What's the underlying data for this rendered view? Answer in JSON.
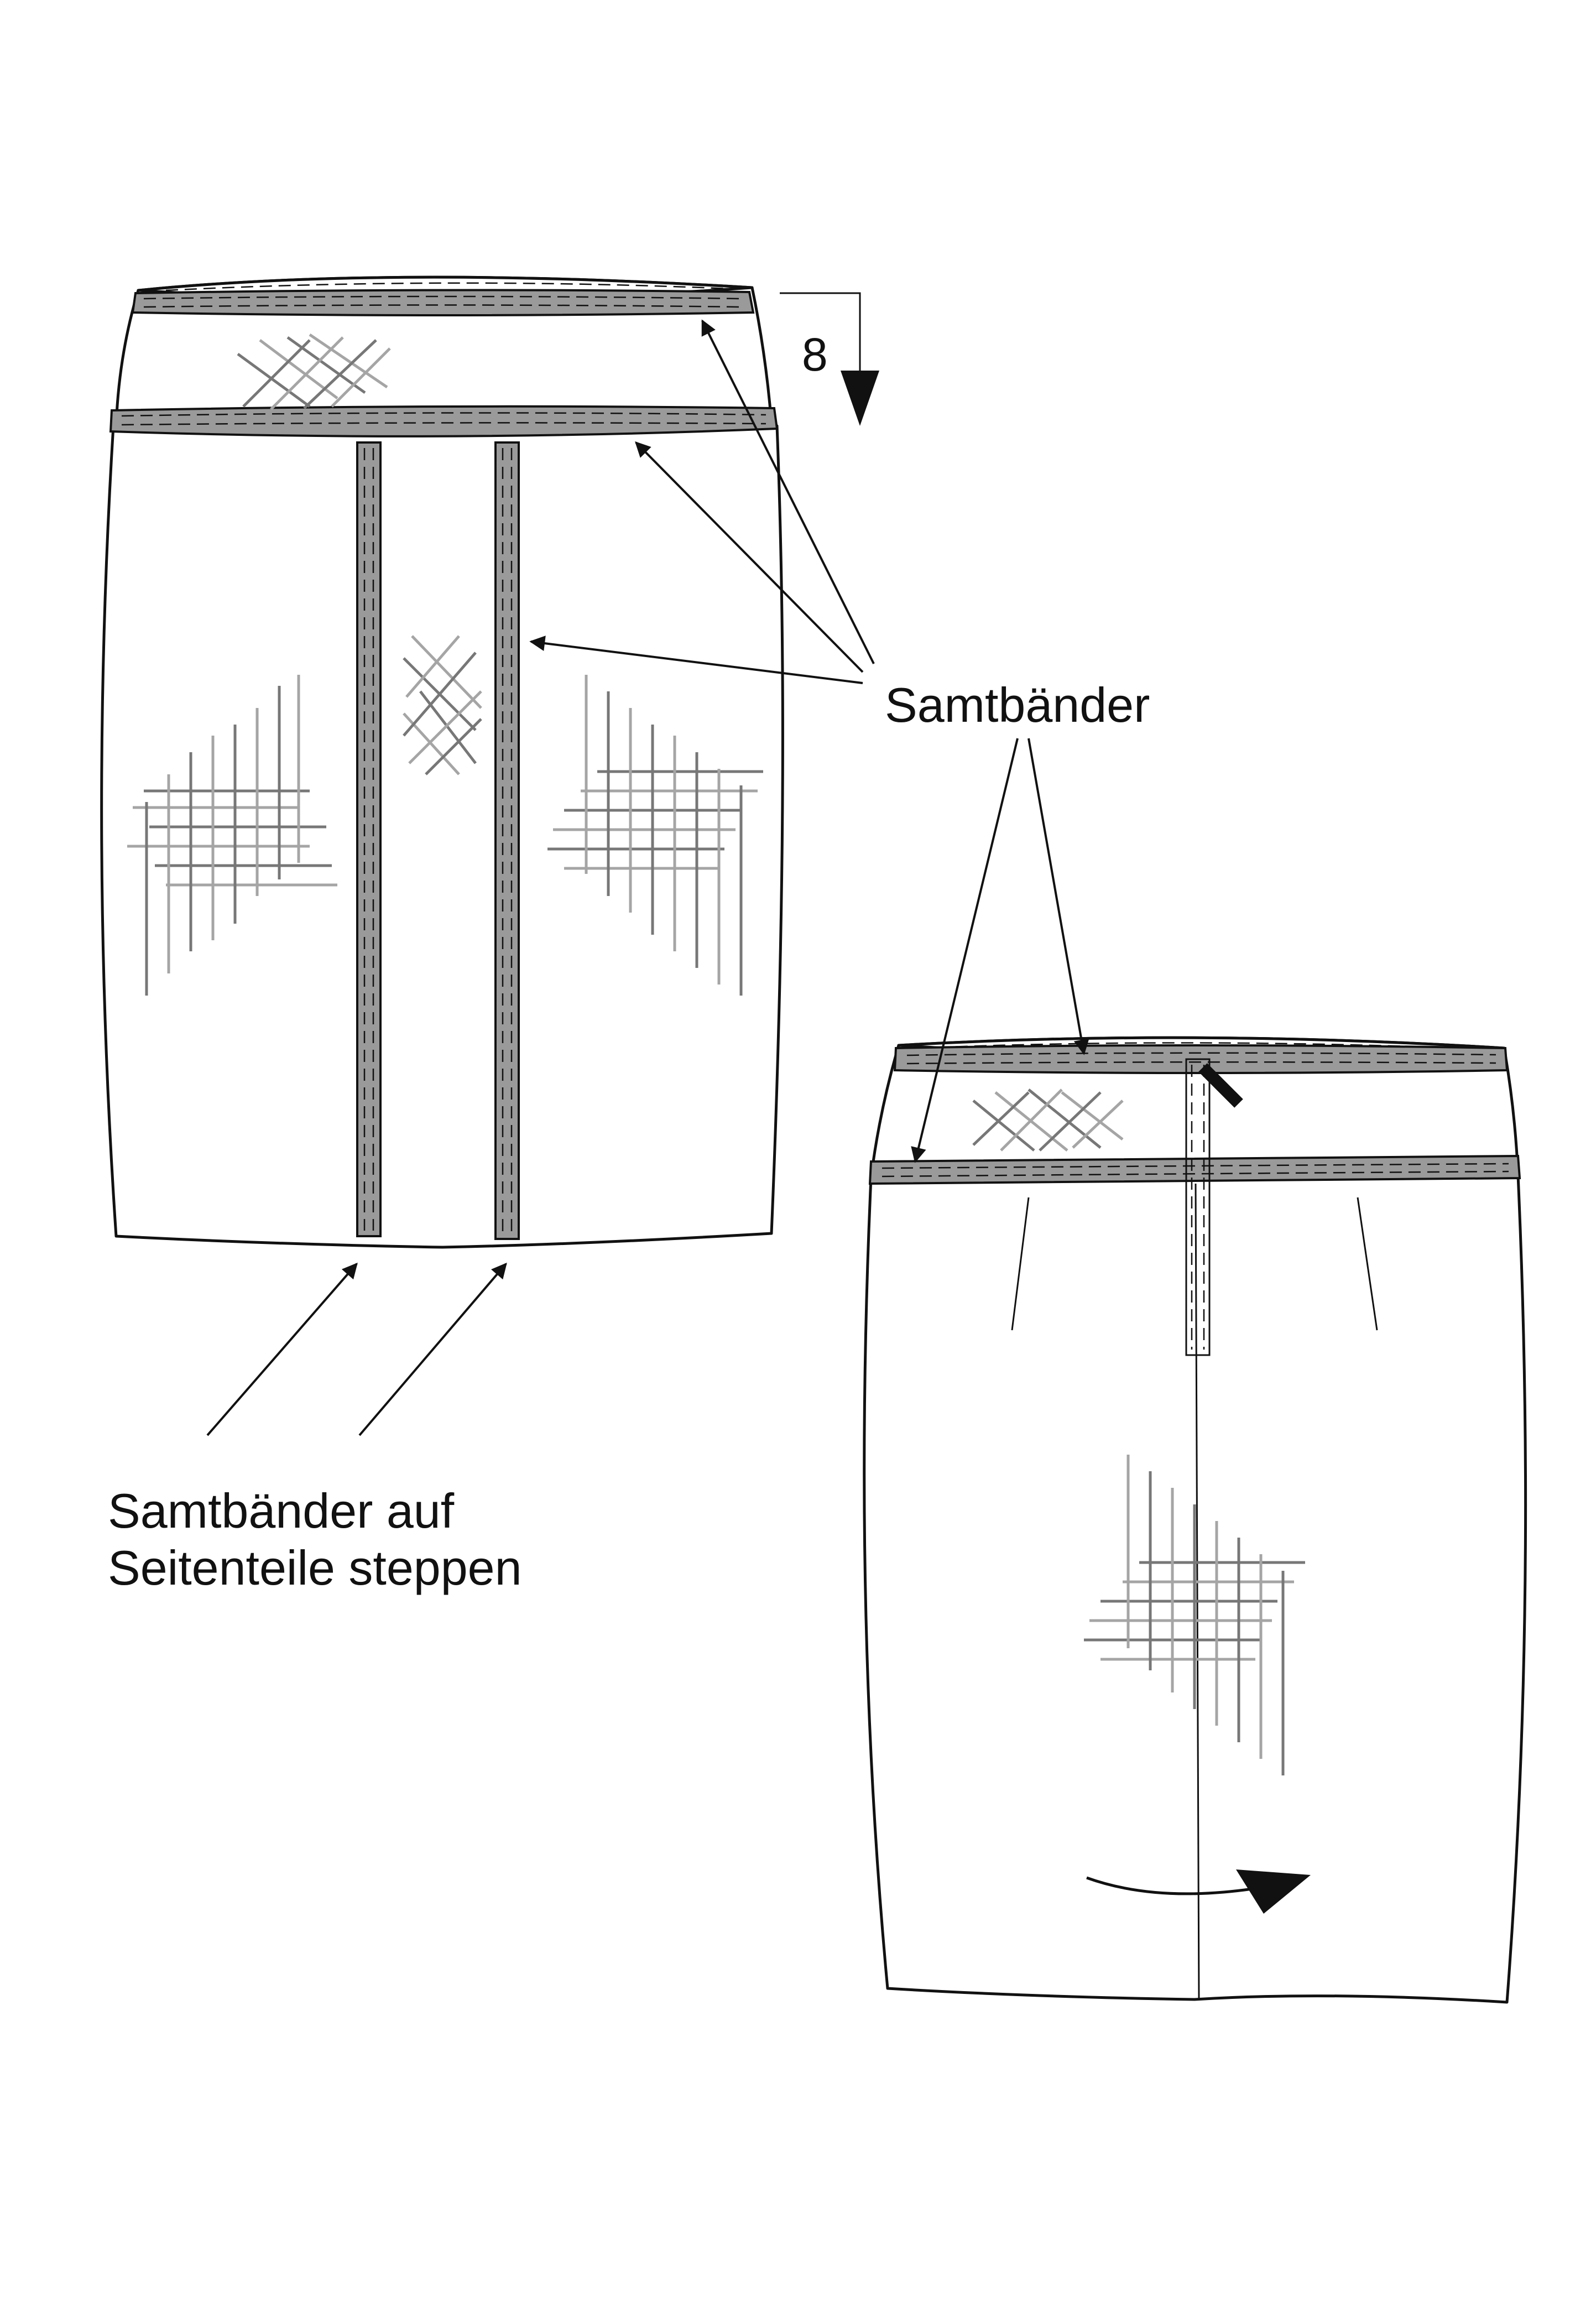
{
  "labels": {
    "measure": "8",
    "bands": "Samtbänder",
    "instruction_line1": "Samtbänder auf",
    "instruction_line2": "Seitenteile steppen"
  },
  "icons": {
    "arrowhead": "filled-triangle-arrowhead",
    "curved_arrow": "curved-arrow-icon"
  },
  "colors": {
    "velvet_band": "#9a9a9a",
    "outline": "#111111",
    "tweed_dark": "#777777",
    "tweed_light": "#a5a5a5"
  }
}
